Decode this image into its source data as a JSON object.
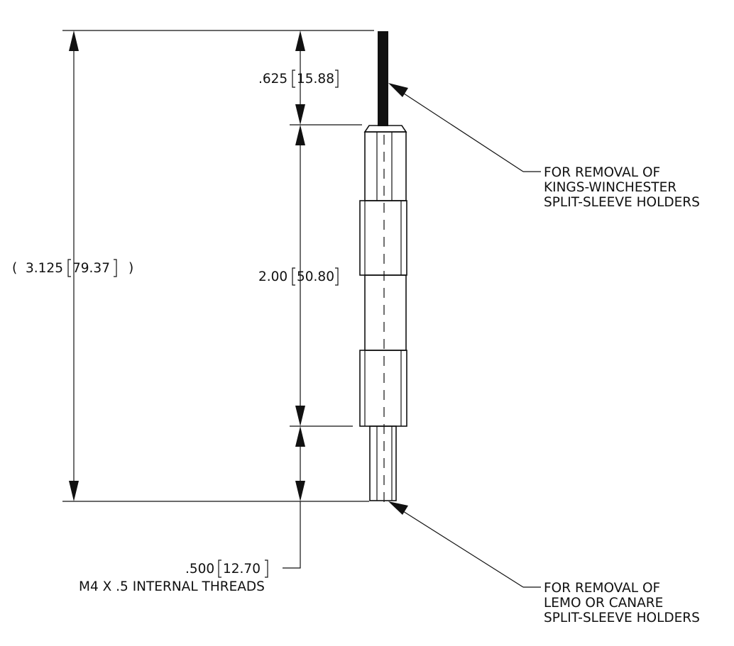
{
  "dimensions": {
    "overall": {
      "inch": "3.125",
      "mm": "79.37",
      "open_paren": "(",
      "close_paren": ")"
    },
    "thread_tip": {
      "inch": ".625",
      "mm": "15.88"
    },
    "shaft": {
      "inch": "2.00",
      "mm": "50.80"
    },
    "internal_thread": {
      "inch": ".500",
      "mm": "12.70",
      "note": "M4 X .5 INTERNAL THREADS"
    }
  },
  "callouts": {
    "top": [
      "FOR REMOVAL OF",
      "KINGS-WINCHESTER",
      "SPLIT-SLEEVE HOLDERS"
    ],
    "bottom": [
      "FOR REMOVAL OF",
      "LEMO OR CANARE",
      "SPLIT-SLEEVE HOLDERS"
    ]
  },
  "colors": {
    "ink": "#111111",
    "background": "#ffffff"
  }
}
